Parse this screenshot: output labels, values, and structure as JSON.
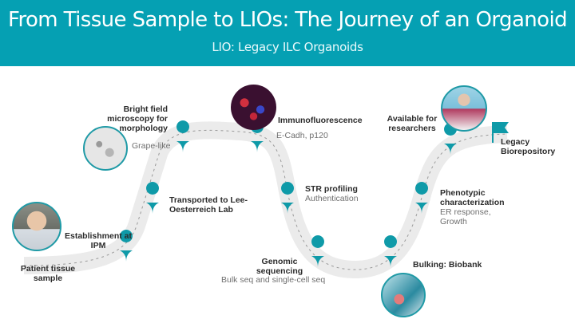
{
  "header": {
    "title": "From Tissue Sample to LIOs: The Journey of an Organoid",
    "subtitle": "LIO: Legacy ILC Organoids",
    "background_color": "#05a0b3"
  },
  "accent_color": "#0f9aa8",
  "path_color": "#ebebeb",
  "steps": [
    {
      "label": "Patient tissue sample",
      "detail": ""
    },
    {
      "label": "Establishment at IPM",
      "detail": ""
    },
    {
      "label": "Transported to Lee-Oesterreich Lab",
      "detail": ""
    },
    {
      "label": "Bright field microscopy for morphology",
      "detail": "Grape-like"
    },
    {
      "label": "Immunofluorescence",
      "detail": "E-Cadh, p120"
    },
    {
      "label": "STR profiling",
      "detail": "Authentication"
    },
    {
      "label": "Genomic sequencing",
      "detail": "Bulk seq and single-cell seq"
    },
    {
      "label": "Bulking: Biobank",
      "detail": ""
    },
    {
      "label": "Phenotypic characterization",
      "detail": "ER response, Growth"
    },
    {
      "label": "Available for researchers",
      "detail": ""
    },
    {
      "label": "Legacy Biorepository",
      "detail": ""
    }
  ],
  "label_lines": {
    "patient": [
      "Patient tissue",
      "sample"
    ],
    "establishment": [
      "Establishment at",
      "IPM"
    ],
    "transported": [
      "Transported to Lee-",
      "Oesterreich Lab"
    ],
    "brightfield": [
      "Bright field",
      "microscopy for",
      "morphology"
    ],
    "genomic": [
      "Genomic",
      "sequencing"
    ],
    "phenotypic": [
      "Phenotypic",
      "characterization"
    ],
    "phenotypic_detail": [
      "ER response,",
      "Growth"
    ],
    "available": [
      "Available for",
      "researchers"
    ],
    "legacy": [
      "Legacy",
      "Biorepository"
    ]
  },
  "images": {
    "patient": "portrait-photo",
    "brightfield": "brightfield-microscopy-image",
    "immuno": "immunofluorescence-image",
    "biobank": "vial-photo",
    "researcher": "researcher-photo"
  }
}
